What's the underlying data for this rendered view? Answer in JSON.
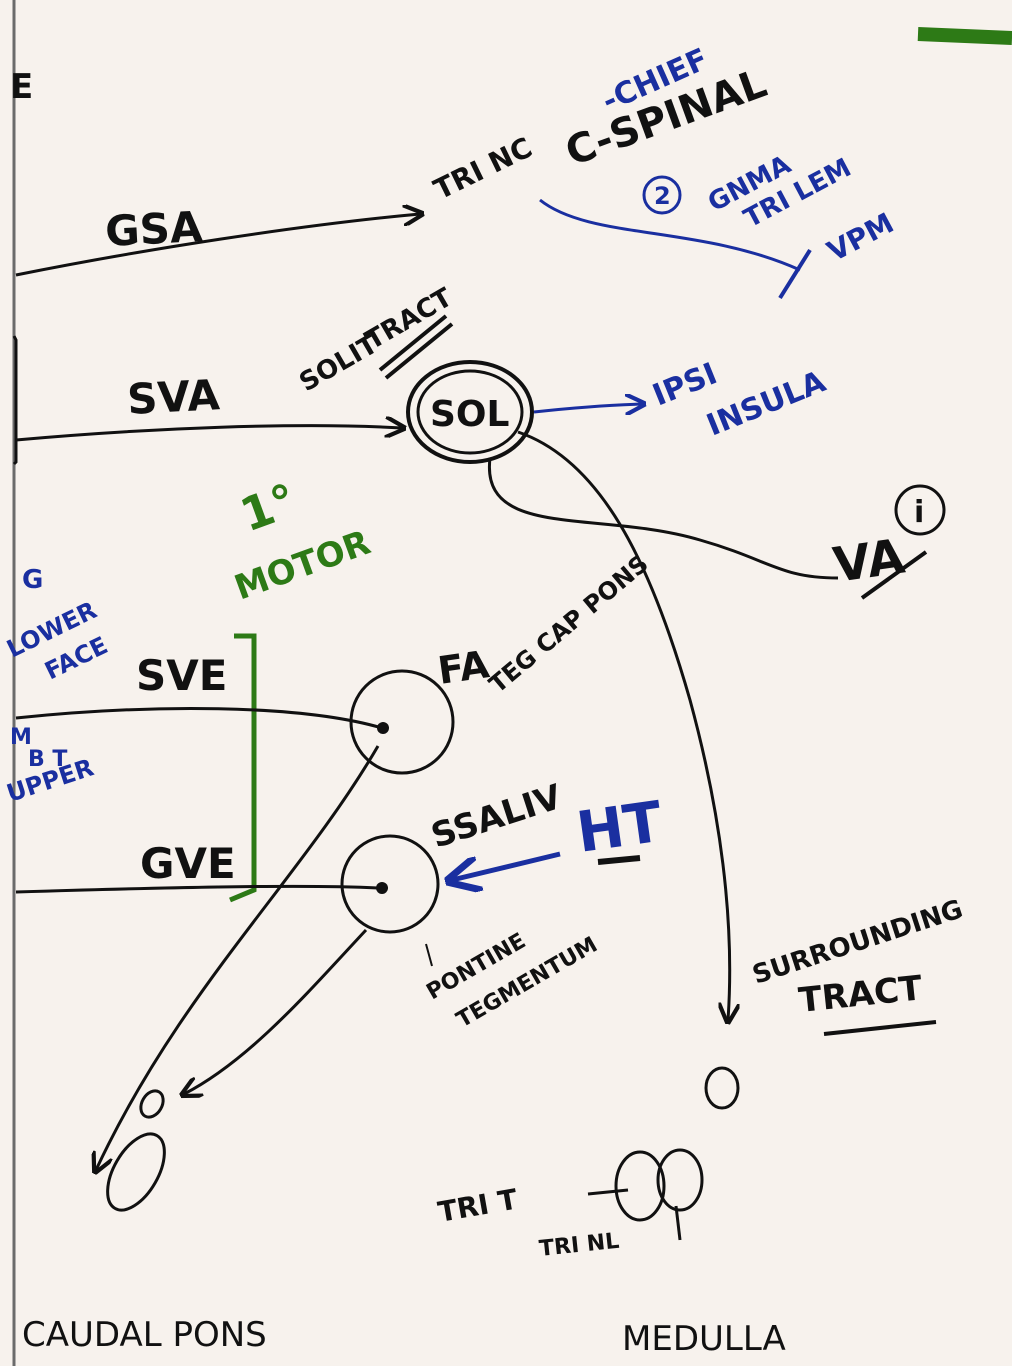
{
  "labels": {
    "edge_e": "E",
    "chief": "-CHIEF",
    "spinal": "C-SPINAL",
    "tri_nc": "TRI NC",
    "gsa": "GSA",
    "circled_2": "2",
    "gnma": "GNMA",
    "tri_lem": "TRI LEM",
    "vpm": "VPM",
    "solit": "SOLIT",
    "tract": "TRACT",
    "sva": "SVA",
    "sol": "SOL",
    "ipsi": "IPSI",
    "insula": "INSULA",
    "va": "VA",
    "va_circled": "i",
    "primary": "1°",
    "motor": "MOTOR",
    "edge_g": "G",
    "lower": "LOWER",
    "face": "FACE",
    "sve": "SVE",
    "fa": "FA",
    "teg_cap_pons": "TEG CAP PONS",
    "edge_m": "M",
    "edge_bt": "B T",
    "upper": "UPPER",
    "ssaliv": "SSALIV",
    "ht": "HT",
    "gve": "GVE",
    "pontine": "PONTINE",
    "tegmentum": "TEGMENTUM",
    "surrounding": "SURROUNDING",
    "surr_tract": "TRACT",
    "tri_t": "TRI T",
    "tri_nl": "TRI NL",
    "caudal_pons": "CAUDAL PONS",
    "medulla": "MEDULLA"
  },
  "colors": {
    "ink": "#111111",
    "blue": "#1a2fa0",
    "green": "#2d7a16"
  }
}
